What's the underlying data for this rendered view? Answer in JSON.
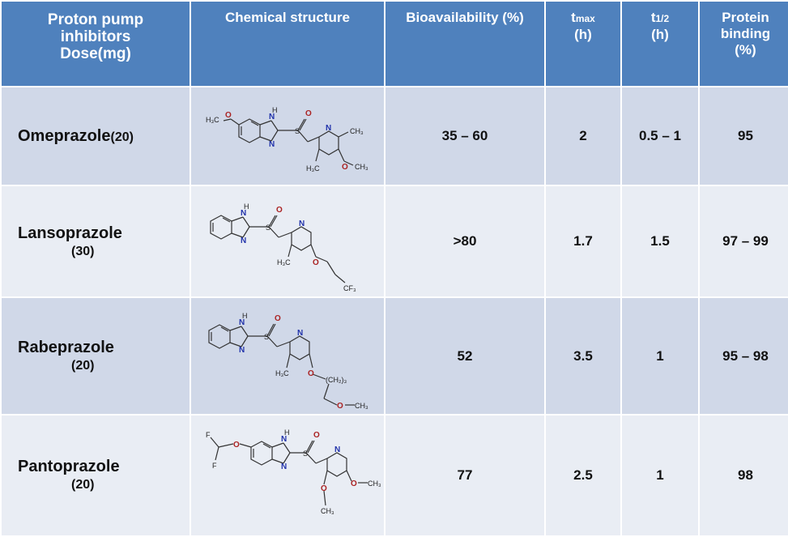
{
  "headers": {
    "name_line1": "Proton pump",
    "name_line2": "inhibitors",
    "name_line3": "Dose(mg)",
    "structure": "Chemical structure",
    "bioavailability": "Bioavailability (%)",
    "tmax_main": "t",
    "tmax_sub": "max",
    "tmax_unit": "(h)",
    "thalf_main": "t",
    "thalf_sub": "1/2",
    "thalf_unit": "(h)",
    "binding_line1": "Protein",
    "binding_line2": "binding",
    "binding_line3": "(%)"
  },
  "rows": [
    {
      "name": "Omeprazole",
      "dose": "(20)",
      "bioavailability": "35 – 60",
      "tmax": "2",
      "thalf": "0.5 – 1",
      "binding": "95"
    },
    {
      "name": "Lansoprazole",
      "dose": "(30)",
      "bioavailability": ">80",
      "tmax": "1.7",
      "thalf": "1.5",
      "binding": "97 – 99"
    },
    {
      "name": "Rabeprazole",
      "dose": "(20)",
      "bioavailability": "52",
      "tmax": "3.5",
      "thalf": "1",
      "binding": "95 – 98"
    },
    {
      "name": "Pantoprazole",
      "dose": "(20)",
      "bioavailability": "77",
      "tmax": "2.5",
      "thalf": "1",
      "binding": "98"
    }
  ],
  "structure_labels": {
    "methoxy": "H₃C",
    "O": "O",
    "N": "N",
    "NH": "H",
    "S": "S",
    "CH3": "CH₃",
    "H3C": "H₃C",
    "CF3": "CF₃",
    "CH2_3": "(CH₂)₃",
    "F": "F"
  }
}
